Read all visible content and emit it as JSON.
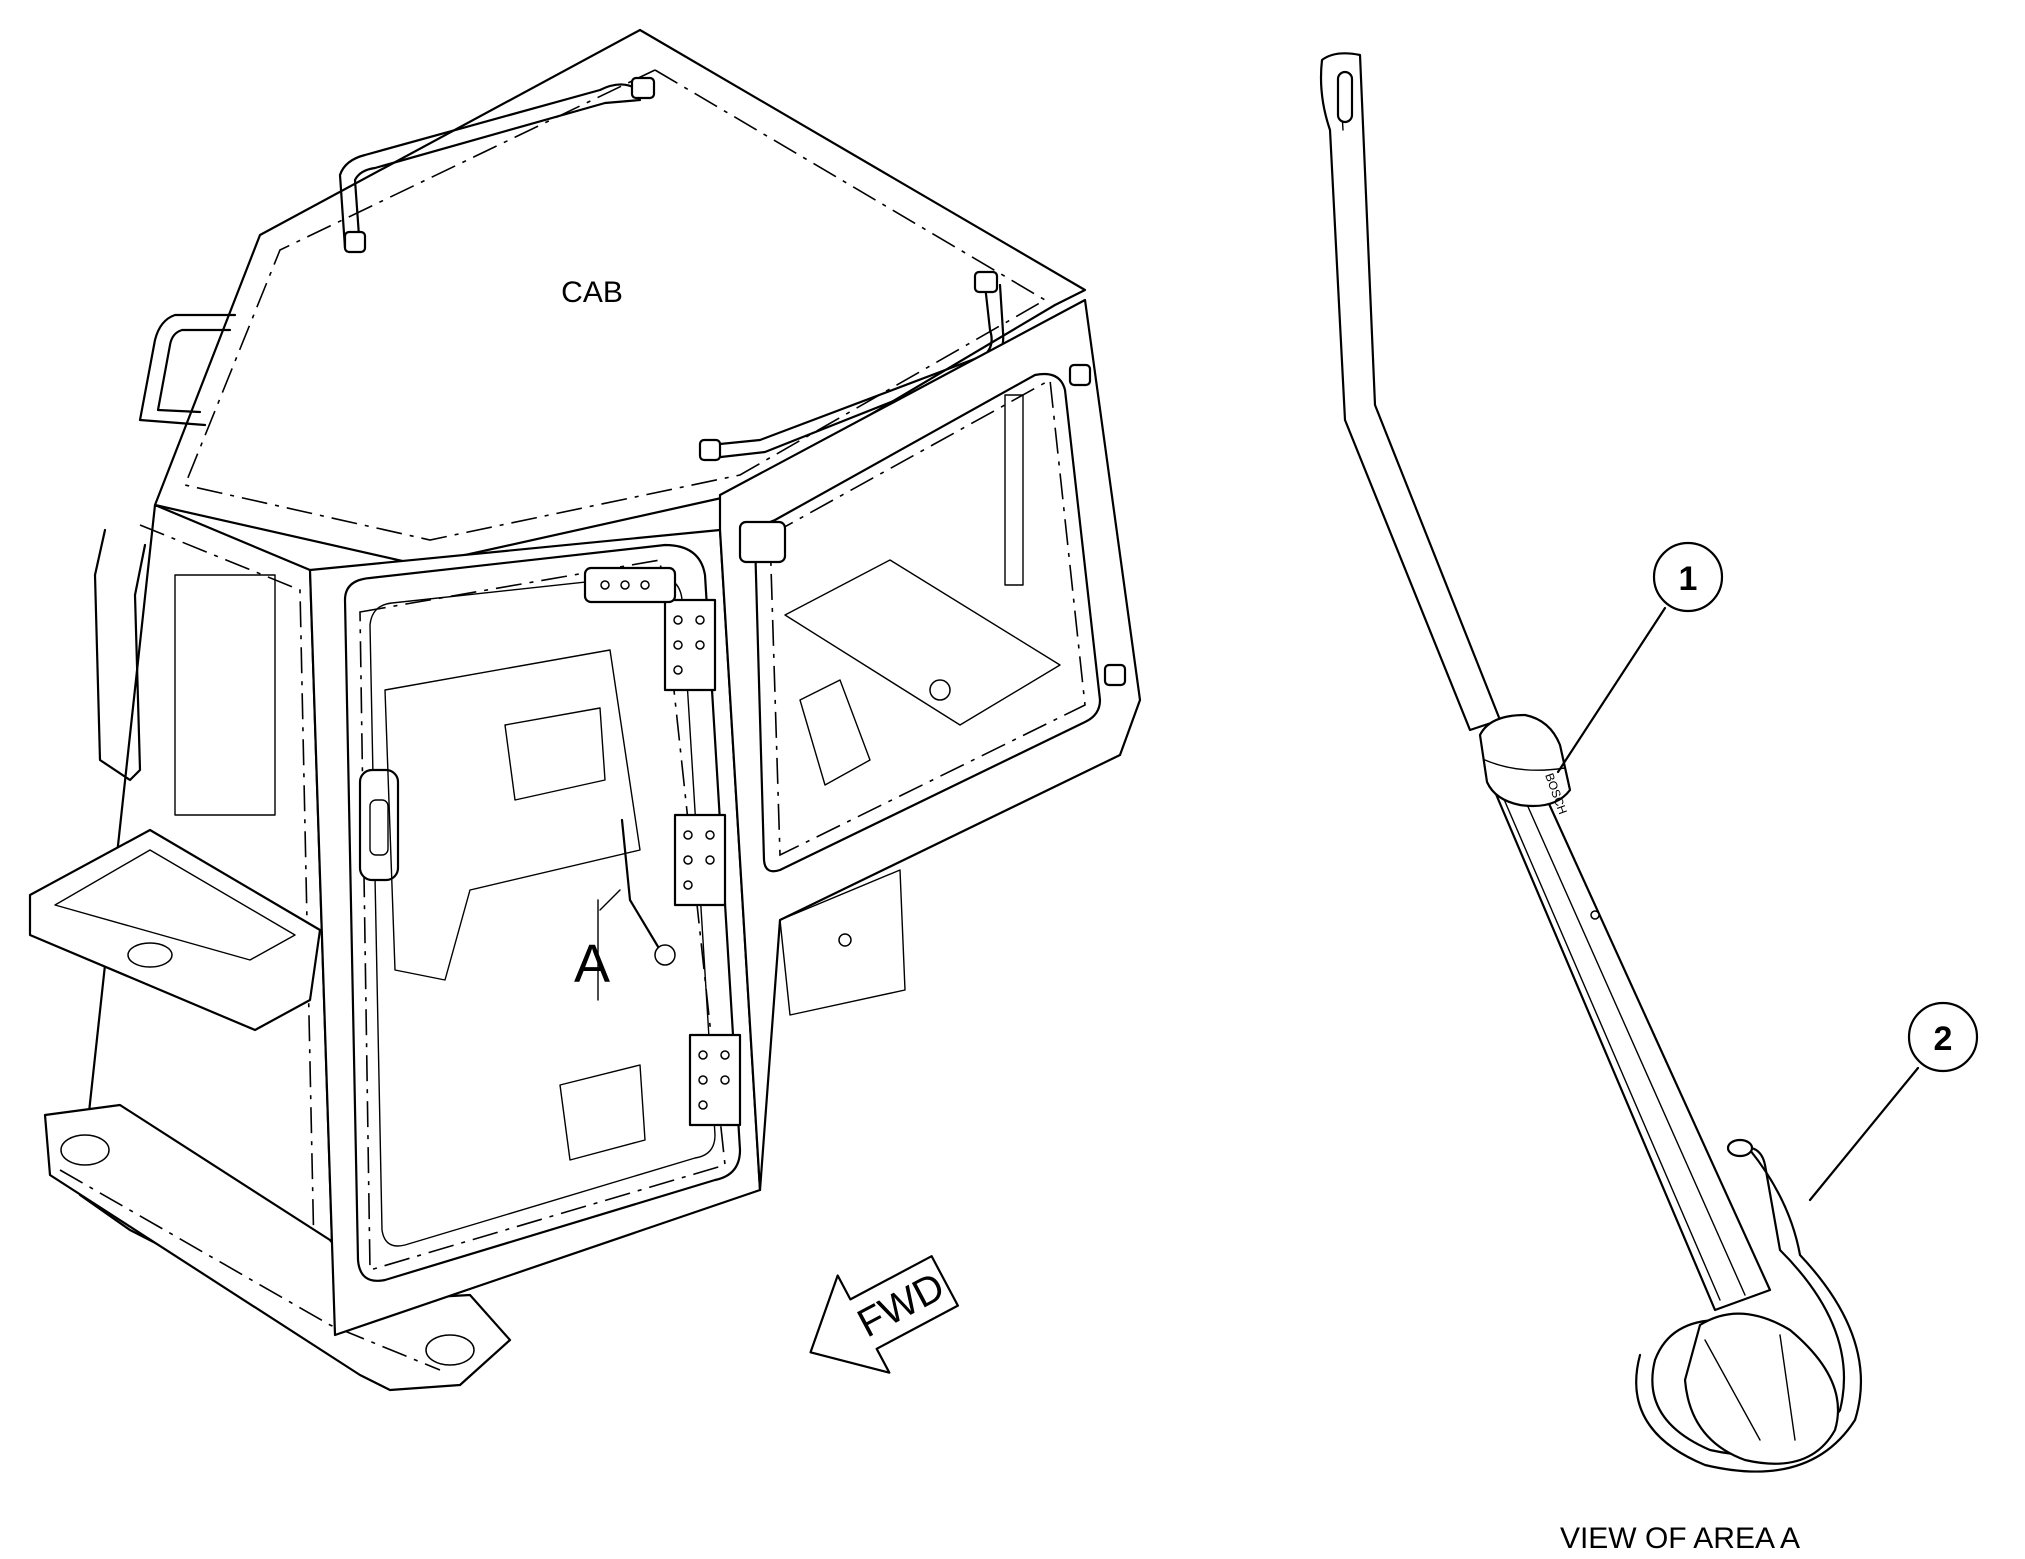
{
  "labels": {
    "cab": "CAB",
    "area_marker": "A",
    "direction": "FWD",
    "callout_1": "1",
    "callout_2": "2",
    "view_caption": "VIEW OF AREA A"
  },
  "icons": {
    "direction_arrow": "fwd-arrow-icon"
  },
  "colors": {
    "line": "#000000",
    "background": "#ffffff"
  }
}
